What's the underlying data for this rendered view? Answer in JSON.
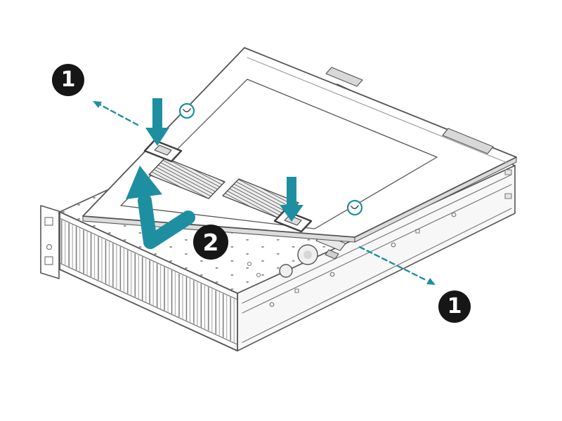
{
  "figure": {
    "scene_name": "rack-server-access-panel-removal",
    "background": "#ffffff"
  },
  "callouts": [
    {
      "id": "step-1-latch-rear",
      "label": "1"
    },
    {
      "id": "step-2-lift-panel",
      "label": "2"
    },
    {
      "id": "step-1-latch-front",
      "label": "1"
    }
  ],
  "icons": [
    {
      "name": "press-down-arrow-icon"
    },
    {
      "name": "press-down-arrow-icon"
    },
    {
      "name": "lift-panel-arrow-icon"
    },
    {
      "name": "quarter-turn-latch-icon"
    },
    {
      "name": "quarter-turn-latch-icon"
    },
    {
      "name": "callout-pointer-dashed-arrow-icon"
    },
    {
      "name": "callout-pointer-dashed-arrow-icon"
    }
  ],
  "colors": {
    "accent": "#1e8fa1",
    "line": "#555555",
    "callout_bg": "#161616",
    "callout_text": "#ffffff"
  }
}
